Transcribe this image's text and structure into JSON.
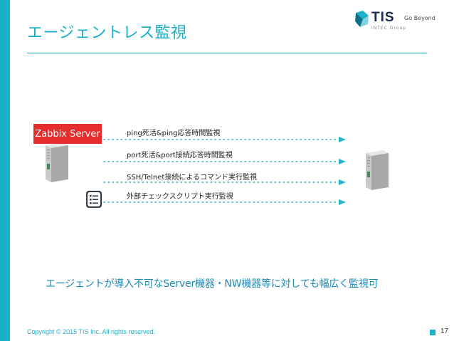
{
  "slide": {
    "title": "エージェントレス監視",
    "caption": "エージェントが導入不可なServer機器・NW機器等に対しても幅広く監視可",
    "page_number": "17"
  },
  "logo": {
    "brand": "TIS",
    "sub": "INTEC Group",
    "slogan": "Go Beyond",
    "icon": "tis-logo-mark"
  },
  "diagram": {
    "server_label": "Zabbix Server",
    "source_icon": "server-tower-icon",
    "target_icon": "server-tower-icon",
    "script_icon": "checklist-icon",
    "checks": [
      "ping死活&ping応答時間監視",
      "port死活&port接続応答時間監視",
      "SSH/Telnet接続によるコマンド実行監視",
      "外部チェックスクリプト実行監視"
    ]
  },
  "footer": {
    "copyright": "Copyright © 2015 TIS Inc. All rights reserved."
  },
  "colors": {
    "accent": "#1ab0c8",
    "server_label_bg": "#e52d2d",
    "caption": "#1a8ab8"
  }
}
